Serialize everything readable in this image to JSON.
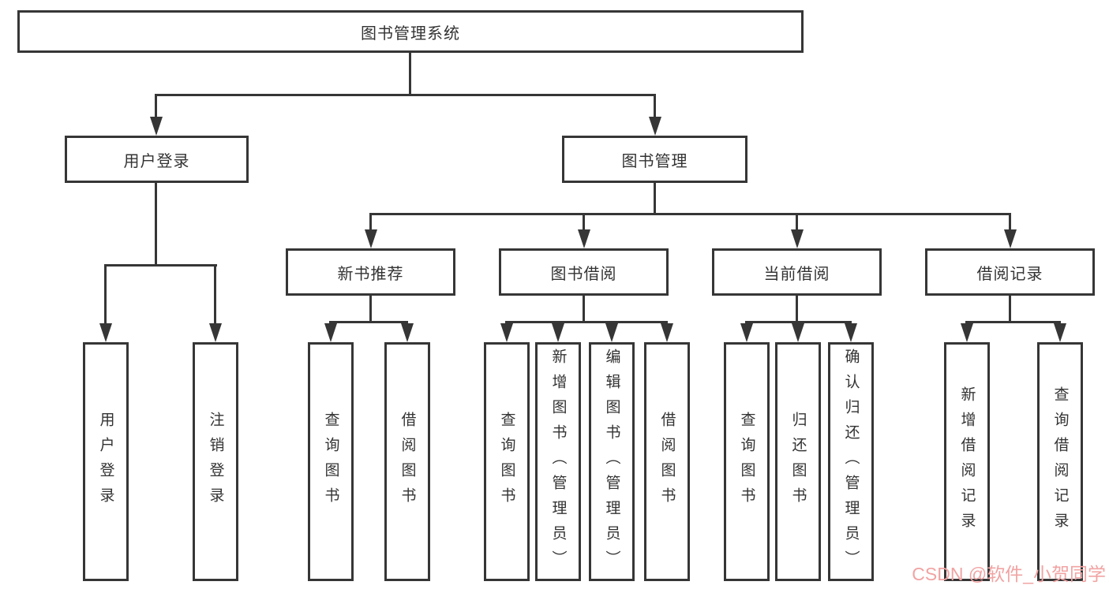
{
  "tree": {
    "root": {
      "label": "图书管理系统"
    },
    "branches": [
      {
        "label": "用户登录",
        "leaves": [
          {
            "label": "用户登录"
          },
          {
            "label": "注销登录"
          }
        ]
      },
      {
        "label": "图书管理",
        "groups": [
          {
            "label": "新书推荐",
            "leaves": [
              {
                "label": "查询图书"
              },
              {
                "label": "借阅图书"
              }
            ]
          },
          {
            "label": "图书借阅",
            "leaves": [
              {
                "label": "查询图书"
              },
              {
                "label": "新增图书（管理员）"
              },
              {
                "label": "编辑图书（管理员）"
              },
              {
                "label": "借阅图书"
              }
            ]
          },
          {
            "label": "当前借阅",
            "leaves": [
              {
                "label": "查询图书"
              },
              {
                "label": "归还图书"
              },
              {
                "label": "确认归还（管理员）"
              }
            ]
          },
          {
            "label": "借阅记录",
            "leaves": [
              {
                "label": "新增借阅记录"
              },
              {
                "label": "查询借阅记录"
              }
            ]
          }
        ]
      }
    ]
  },
  "watermark": {
    "text": "CSDN @软件_小贺同学",
    "color": "#f1a3a3"
  },
  "colors": {
    "line": "#363636",
    "text": "#333333",
    "box_background": "#ffffff",
    "page_background": "#ffffff"
  }
}
